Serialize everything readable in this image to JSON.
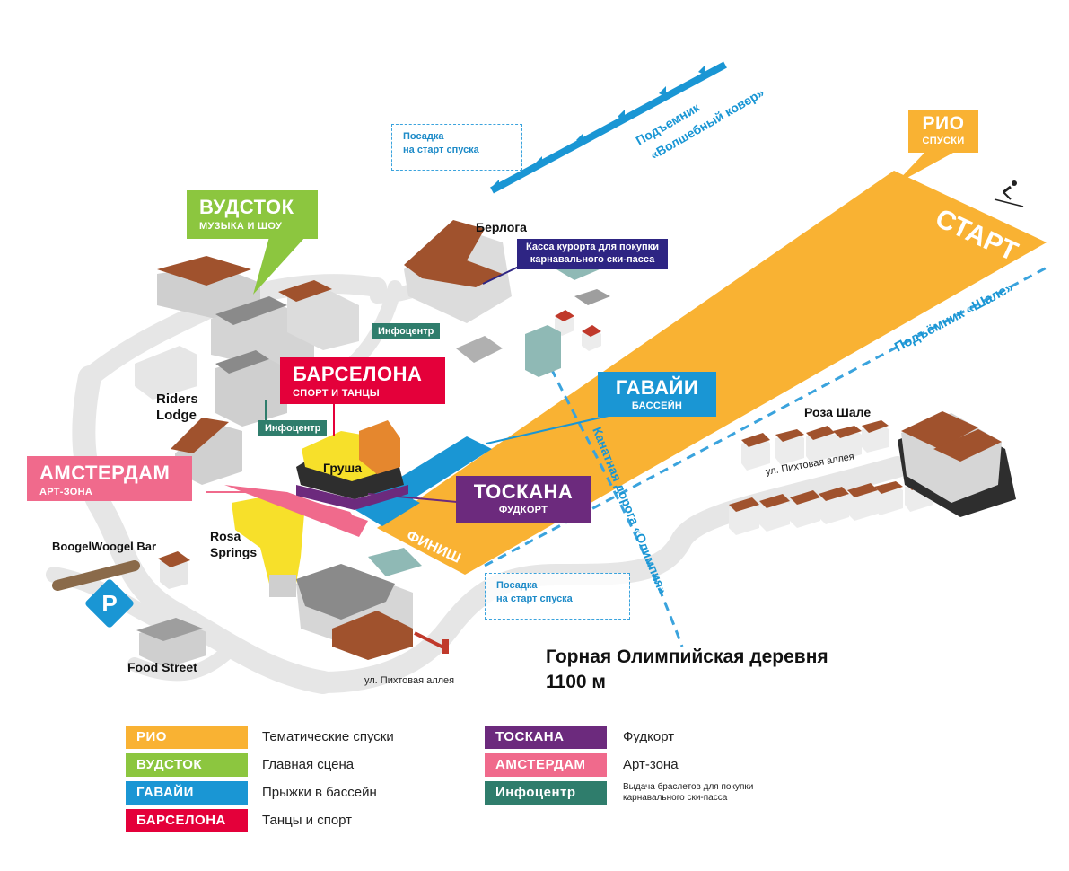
{
  "zones": {
    "rio": {
      "title": "РИО",
      "subtitle": "СПУСКИ",
      "color": "#f9b233"
    },
    "woodstock": {
      "title": "ВУДСТОК",
      "subtitle": "МУЗЫКА И ШОУ",
      "color": "#8cc63f"
    },
    "barcelona": {
      "title": "БАРСЕЛОНА",
      "subtitle": "СПОРТ И ТАНЦЫ",
      "color": "#e4003a"
    },
    "hawaii": {
      "title": "ГАВАЙИ",
      "subtitle": "БАССЕЙН",
      "color": "#1a96d4"
    },
    "amsterdam": {
      "title": "АМСТЕРДАМ",
      "subtitle": "АРТ-ЗОНА",
      "color": "#f06a8c"
    },
    "toscana": {
      "title": "ТОСКАНА",
      "subtitle": "ФУДКОРТ",
      "color": "#6c2a7d"
    }
  },
  "slope": {
    "start": "СТАРТ",
    "finish": "ФИНИШ"
  },
  "lifts": {
    "magic_carpet_line1": "Подъемник",
    "magic_carpet_line2": "«Волшебный ковер»",
    "chalet": "Подъёмник «Шале»",
    "cable_car": "Канатная дорога «Олимпия»"
  },
  "boarding": {
    "top_line1": "Посадка",
    "top_line2": "на старт спуска",
    "bottom_line1": "Посадка",
    "bottom_line2": "на старт спуска"
  },
  "places": {
    "berloga": "Берлога",
    "kassa_line1": "Касса курорта для покупки",
    "kassa_line2": "карнавального ски-пасса",
    "infocenter_1": "Инфоцентр",
    "infocenter_2": "Инфоцентр",
    "riders_line1": "Riders",
    "riders_line2": "Lodge",
    "grusha": "Груша",
    "rosa_line1": "Rosa",
    "rosa_line2": "Springs",
    "boogel": "BoogelWoogel Bar",
    "food_street": "Food Street",
    "parking": "P",
    "roza_chalet": "Роза Шале",
    "street_1": "ул. Пихтовая аллея",
    "street_2": "ул. Пихтовая аллея"
  },
  "title": {
    "line1": "Горная Олимпийская деревня",
    "line2": "1100 м"
  },
  "legend": {
    "items": [
      {
        "label": "РИО",
        "text": "Тематические спуски",
        "color": "#f9b233"
      },
      {
        "label": "ВУДСТОК",
        "text": "Главная сцена",
        "color": "#8cc63f"
      },
      {
        "label": "ГАВАЙИ",
        "text": "Прыжки в бассейн",
        "color": "#1a96d4"
      },
      {
        "label": "БАРСЕЛОНА",
        "text": "Танцы и спорт",
        "color": "#e4003a"
      },
      {
        "label": "ТОСКАНА",
        "text": "Фудкорт",
        "color": "#6c2a7d"
      },
      {
        "label": "АМСТЕРДАМ",
        "text": "Арт-зона",
        "color": "#f06a8c"
      },
      {
        "label": "Инфоцентр",
        "text_line1": "Выдача браслетов для покупки",
        "text_line2": "карнавального ски-пасса",
        "color": "#2f7d6c"
      }
    ]
  },
  "colors": {
    "road": "#e6e6e6",
    "roof": "#a0522d",
    "wall": "#bfbfbf",
    "lift_blue": "#1a96d4",
    "infocenter": "#2f7d6c"
  }
}
